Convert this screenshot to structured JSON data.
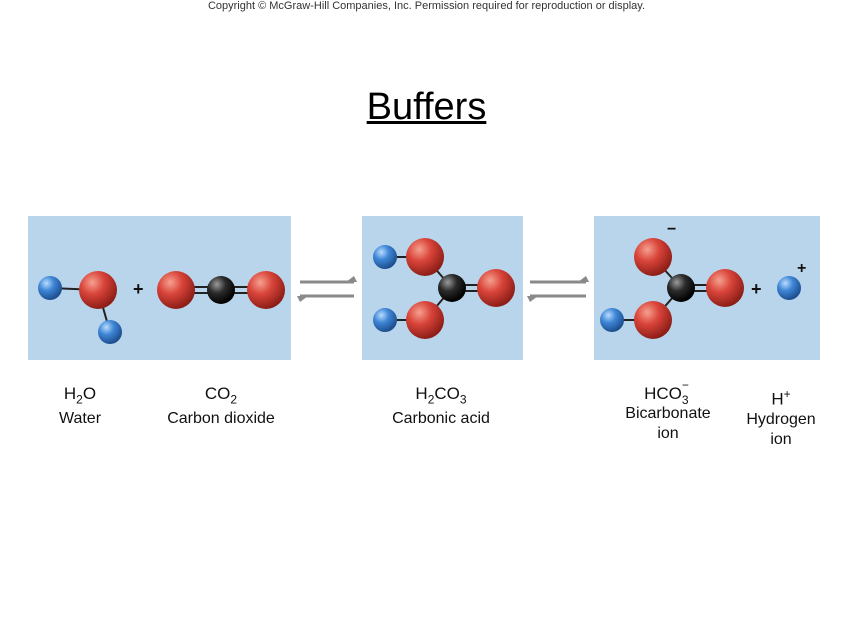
{
  "copyright": "Copyright © McGraw-Hill Companies, Inc. Permission required for reproduction or display.",
  "title": "Buffers",
  "colors": {
    "panel": "#b9d5ec",
    "oxygen": "#d9443a",
    "hydrogen": "#3f86d6",
    "carbon": "#2b2b2b",
    "arrow": "#8a8a8a"
  },
  "reaction": {
    "plus_1": "+",
    "plus_2": "+",
    "minus_charge": "−",
    "plus_charge": "+"
  },
  "labels": {
    "water": {
      "formula_main": "H",
      "formula_sub": "2",
      "formula_end": "O",
      "name": "Water"
    },
    "co2": {
      "formula_main": "CO",
      "formula_sub": "2",
      "name": "Carbon dioxide"
    },
    "carbonic": {
      "f1": "H",
      "s1": "2",
      "f2": "CO",
      "s2": "3",
      "name": "Carbonic acid"
    },
    "bicarbonate": {
      "formula_main": "HCO",
      "formula_sub": "3",
      "formula_sup": "−",
      "name_1": "Bicarbonate",
      "name_2": "ion"
    },
    "hydrogen": {
      "formula_main": "H",
      "formula_sup": "+",
      "name_1": "Hydrogen",
      "name_2": "ion"
    }
  }
}
